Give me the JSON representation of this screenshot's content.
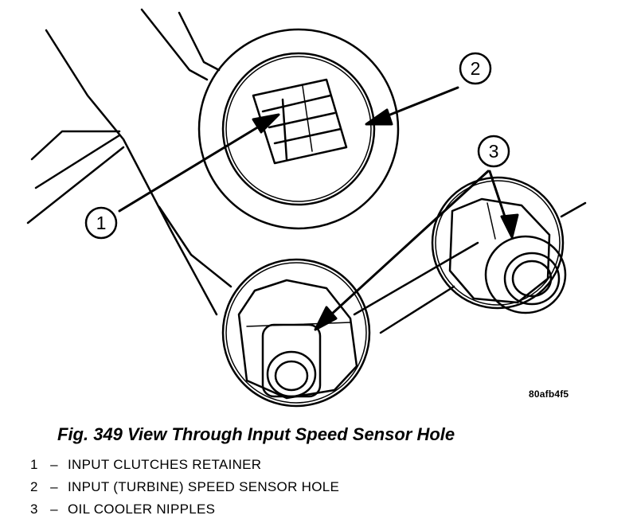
{
  "callouts": [
    "1",
    "2",
    "3"
  ],
  "image_code": "80afb4f5",
  "caption": "Fig. 349 View Through Input Speed Sensor Hole",
  "legend": [
    {
      "num": "1",
      "sep": "–",
      "text": "INPUT CLUTCHES RETAINER"
    },
    {
      "num": "2",
      "sep": "–",
      "text": "INPUT (TURBINE) SPEED SENSOR HOLE"
    },
    {
      "num": "3",
      "sep": "–",
      "text": "OIL COOLER NIPPLES"
    }
  ]
}
